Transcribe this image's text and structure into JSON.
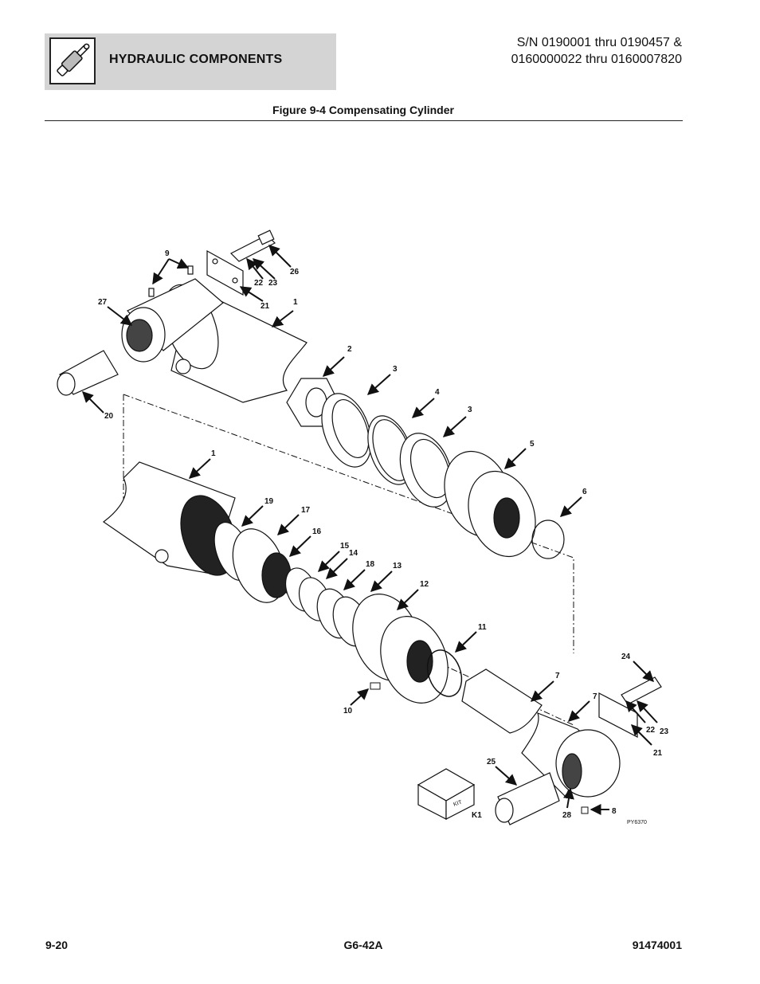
{
  "header": {
    "section_title": "HYDRAULIC COMPONENTS",
    "serial_line_1": "S/N 0190001 thru 0190457 &",
    "serial_line_2": "0160000022 thru 0160007820",
    "section_icon": "hydraulic-cylinder-icon"
  },
  "figure": {
    "title": "Figure 9-4 Compensating Cylinder",
    "drawing_code": "PY6370",
    "kit_box_label": "KIT",
    "callouts": [
      "9",
      "26",
      "22",
      "23",
      "21",
      "1",
      "27",
      "2",
      "3",
      "4",
      "3",
      "20",
      "5",
      "1",
      "6",
      "19",
      "17",
      "16",
      "15",
      "14",
      "18",
      "13",
      "12",
      "11",
      "7",
      "24",
      "7",
      "10",
      "22",
      "23",
      "21",
      "25",
      "28",
      "8",
      "K1"
    ]
  },
  "footer": {
    "page_number": "9-20",
    "model": "G6-42A",
    "part_number": "91474001"
  }
}
